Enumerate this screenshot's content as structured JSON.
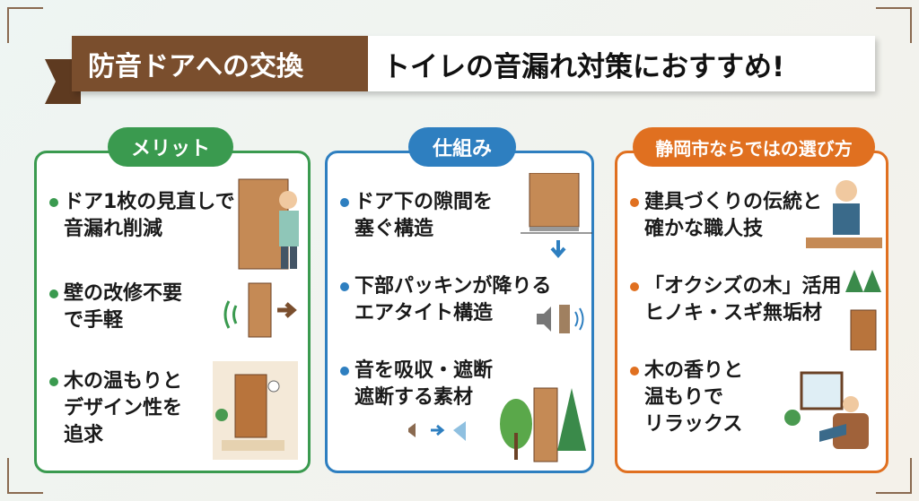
{
  "header": {
    "left": "防音ドアへの交換",
    "right": "トイレの音漏れ対策におすすめ!"
  },
  "colors": {
    "green": "#3a9a4f",
    "blue": "#2e7fc0",
    "orange": "#e07020",
    "brown": "#7a4e2d"
  },
  "cards": [
    {
      "title": "メリット",
      "items": [
        {
          "l1": "ドア1枚の見直しで",
          "l2": "音漏れ削減"
        },
        {
          "l1": "壁の改修不要",
          "l2": "で手軽"
        },
        {
          "l1": "木の温もりと",
          "l2": "デザイン性を",
          "l3": "追求"
        }
      ]
    },
    {
      "title": "仕組み",
      "items": [
        {
          "l1": "ドア下の隙間を",
          "l2": "塞ぐ構造"
        },
        {
          "l1": "下部パッキンが降りる",
          "l2": "エアタイト構造"
        },
        {
          "l1": "音を吸収・遮断",
          "l2": "遮断する素材"
        }
      ]
    },
    {
      "title": "静岡市ならではの選び方",
      "items": [
        {
          "l1": "建具づくりの伝統と",
          "l2": "確かな職人技"
        },
        {
          "l1": "「オクシズの木」活用",
          "l2": "ヒノキ・スギ無垢材"
        },
        {
          "l1": "木の香りと",
          "l2": "温もりで",
          "l3": "リラックス"
        }
      ]
    }
  ]
}
